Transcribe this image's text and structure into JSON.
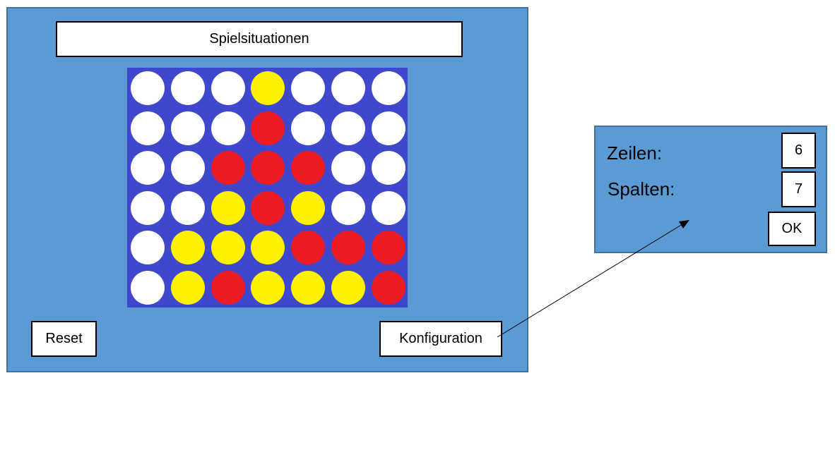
{
  "header": {
    "title": "Spielsituationen"
  },
  "board": {
    "rows": 6,
    "cols": 7,
    "colors": {
      "empty": "#ffffff",
      "red": "#ed1c24",
      "yellow": "#fff200",
      "board": "#3f48cc"
    },
    "cells": [
      [
        "empty",
        "empty",
        "empty",
        "yellow",
        "empty",
        "empty",
        "empty"
      ],
      [
        "empty",
        "empty",
        "empty",
        "red",
        "empty",
        "empty",
        "empty"
      ],
      [
        "empty",
        "empty",
        "red",
        "red",
        "red",
        "empty",
        "empty"
      ],
      [
        "empty",
        "empty",
        "yellow",
        "red",
        "yellow",
        "empty",
        "empty"
      ],
      [
        "empty",
        "yellow",
        "yellow",
        "yellow",
        "red",
        "red",
        "red"
      ],
      [
        "empty",
        "yellow",
        "red",
        "yellow",
        "yellow",
        "yellow",
        "red"
      ]
    ]
  },
  "buttons": {
    "reset": "Reset",
    "config": "Konfiguration"
  },
  "config": {
    "rows_label": "Zeilen:",
    "rows_value": "6",
    "cols_label": "Spalten:",
    "cols_value": "7",
    "ok": "OK"
  },
  "colors": {
    "panel": "#5b9bd5",
    "panel_border": "#41719c"
  }
}
